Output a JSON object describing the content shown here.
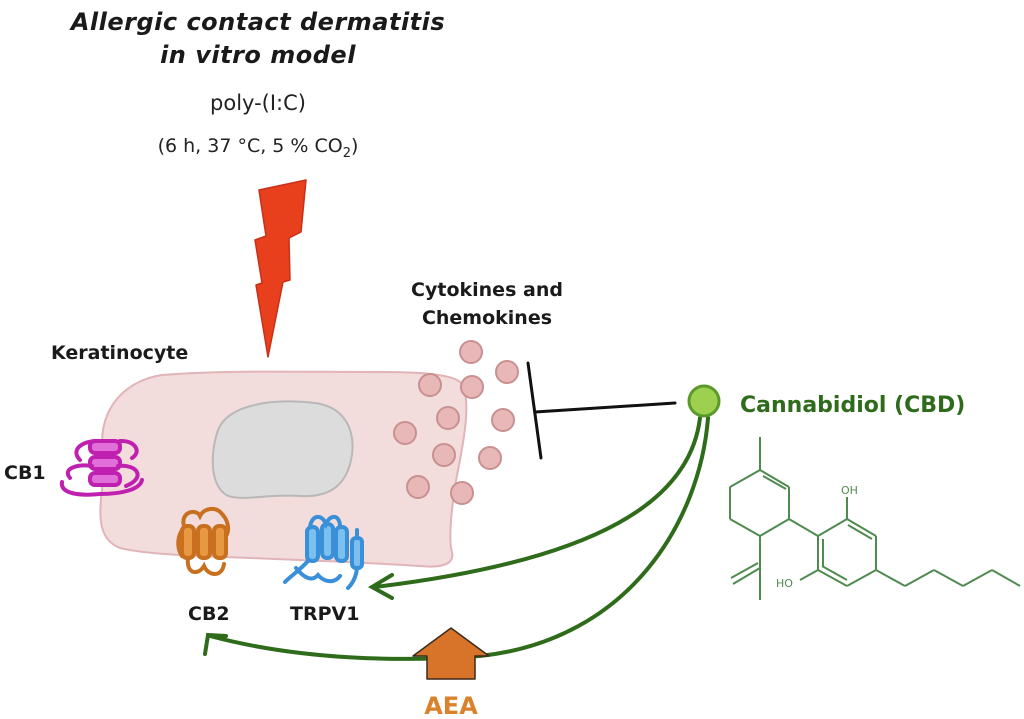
{
  "figure": {
    "title_line1": "Allergic contact dermatitis",
    "title_line2": "in vitro model",
    "stimulus": "poly-(I:C)",
    "conditions_prefix": "(6 h, 37 °C, 5 % CO",
    "conditions_sub": "2",
    "conditions_suffix": ")"
  },
  "labels": {
    "keratinocyte": "Keratinocyte",
    "cytokines_line1": "Cytokines and",
    "cytokines_line2": "Chemokines",
    "cb1": "CB1",
    "cb2": "CB2",
    "trpv1": "TRPV1",
    "cbd": "Cannabidiol (CBD)",
    "aea": "AEA",
    "oh_top": "OH",
    "oh_bottom": "HO"
  },
  "colors": {
    "lightning": "#e8401c",
    "cell_fill": "#f3dcdc",
    "cell_stroke": "#e0b4b8",
    "nucleus_fill": "#dcdcdc",
    "nucleus_stroke": "#b8b8b8",
    "cytokine_fill": "#e8b8b8",
    "cytokine_stroke": "#c99090",
    "cb1": "#c020b0",
    "cb2": "#d07a20",
    "trpv1": "#40a0e0",
    "arrow_green": "#2e6b1a",
    "cbd_dot": "#9ed050",
    "aea_arrow": "#d8742a",
    "structure": "#4f8a4f"
  }
}
